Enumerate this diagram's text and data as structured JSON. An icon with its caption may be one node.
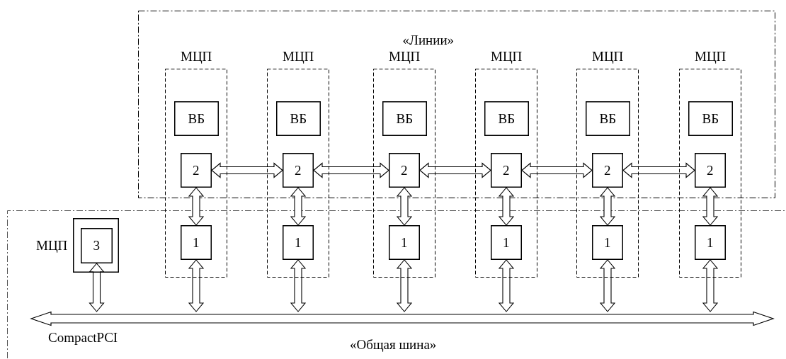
{
  "diagram": {
    "nodes": [
      {
        "text": [
          "МЦП"
        ]
      },
      {
        "text": [
          "ВБ"
        ],
        "in": 0
      },
      {
        "text": [
          "2"
        ],
        "in": 0
      },
      {
        "text": [
          "1"
        ],
        "in": 0
      },
      {
        "text": [
          "МЦП"
        ]
      },
      {
        "text": [
          "ВБ"
        ],
        "in": 4
      },
      {
        "text": [
          "2"
        ],
        "in": 4
      },
      {
        "text": [
          "1"
        ],
        "in": 4
      },
      {
        "text": [
          "МЦП"
        ]
      },
      {
        "text": [
          "ВБ"
        ],
        "in": 8
      },
      {
        "text": [
          "2"
        ],
        "in": 8
      },
      {
        "text": [
          "1"
        ],
        "in": 8
      },
      {
        "text": [
          "МЦП"
        ]
      },
      {
        "text": [
          "ВБ"
        ],
        "in": 12
      },
      {
        "text": [
          "2"
        ],
        "in": 12
      },
      {
        "text": [
          "1"
        ],
        "in": 12
      },
      {
        "text": [
          "МЦП"
        ]
      },
      {
        "text": [
          "ВБ"
        ],
        "in": 16
      },
      {
        "text": [
          "2"
        ],
        "in": 16
      },
      {
        "text": [
          "1"
        ],
        "in": 16
      },
      {
        "text": [
          "МЦП"
        ]
      },
      {
        "text": [
          "ВБ"
        ],
        "in": 20
      },
      {
        "text": [
          "2"
        ],
        "in": 20
      },
      {
        "text": [
          "1"
        ],
        "in": 20
      },
      {
        "text": [
          "МЦП"
        ]
      },
      {
        "text": [
          "3"
        ],
        "in": 24
      },
      {
        "text": [],
        "shape": "bar",
        "beside": [
          "CompactPCI",
          "«Общая шина»"
        ]
      }
    ],
    "edges": [
      {
        "from": 2,
        "to": 6,
        "arrow": "both"
      },
      {
        "from": 6,
        "to": 10,
        "arrow": "both"
      },
      {
        "from": 10,
        "to": 14,
        "arrow": "both"
      },
      {
        "from": 14,
        "to": 18,
        "arrow": "both"
      },
      {
        "from": 18,
        "to": 22,
        "arrow": "both"
      },
      {
        "from": 2,
        "to": 3,
        "arrow": "both"
      },
      {
        "from": 6,
        "to": 7,
        "arrow": "both"
      },
      {
        "from": 10,
        "to": 11,
        "arrow": "both"
      },
      {
        "from": 14,
        "to": 15,
        "arrow": "both"
      },
      {
        "from": 18,
        "to": 19,
        "arrow": "both"
      },
      {
        "from": 22,
        "to": 23,
        "arrow": "both"
      },
      {
        "from": 25,
        "to": 26,
        "arrow": "both"
      },
      {
        "from": 3,
        "to": 26,
        "arrow": "both"
      },
      {
        "from": 7,
        "to": 26,
        "arrow": "both"
      },
      {
        "from": 11,
        "to": 26,
        "arrow": "both"
      },
      {
        "from": 15,
        "to": 26,
        "arrow": "both"
      },
      {
        "from": 19,
        "to": 26,
        "arrow": "both"
      },
      {
        "from": 23,
        "to": 26,
        "arrow": "both"
      }
    ],
    "labels": [
      "«Линии»"
    ]
  }
}
